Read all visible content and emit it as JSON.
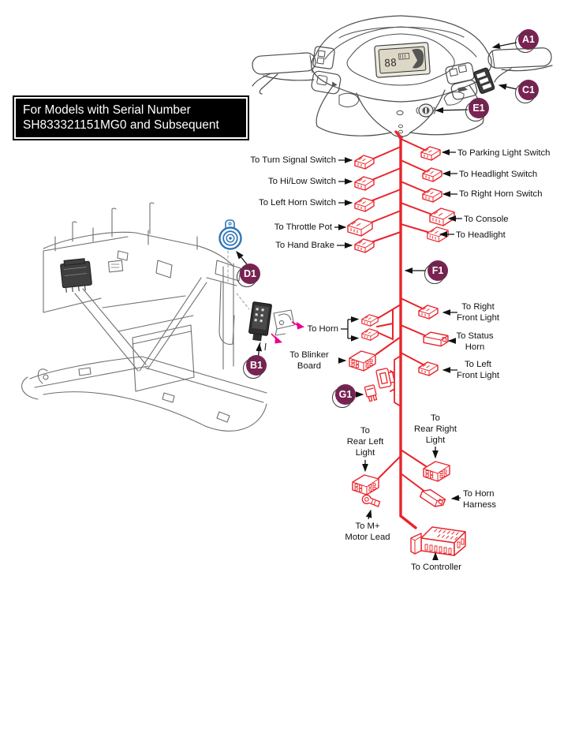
{
  "colors": {
    "wire_red": "#E8242B",
    "callout_bg": "#7A2253",
    "magenta": "#EC008C",
    "horn_blue": "#2E75B6"
  },
  "serial_note": {
    "line1": "For Models with Serial Number",
    "line2": "SH833321151MG0 and Subsequent"
  },
  "callouts": {
    "a1": "A1",
    "b1": "B1",
    "c1": "C1",
    "d1": "D1",
    "e1": "E1",
    "f1": "F1",
    "g1": "G1"
  },
  "console_display": {
    "digits": "88"
  },
  "harness": {
    "left": {
      "turn_signal": "To Turn Signal Switch",
      "hi_low": "To Hi/Low Switch",
      "left_horn": "To Left Horn Switch",
      "throttle_pot": "To Throttle Pot",
      "hand_brake": "To Hand Brake",
      "horn": "To Horn",
      "blinker_board": "To Blinker\nBoard"
    },
    "right": {
      "parking_light": "To Parking Light Switch",
      "headlight_switch": "To Headlight Switch",
      "right_horn": "To Right Horn Switch",
      "console": "To Console",
      "headlight": "To Headlight",
      "right_front_light": "To Right\nFront Light",
      "status_horn": "To Status\nHorn",
      "left_front_light": "To Left\nFront Light"
    },
    "bottom": {
      "rear_left_light": "To\nRear Left\nLight",
      "rear_right_light": "To\nRear Right\nLight",
      "horn_harness": "To Horn\nHarness",
      "m_plus": "To M+\nMotor Lead",
      "controller": "To Controller"
    }
  }
}
